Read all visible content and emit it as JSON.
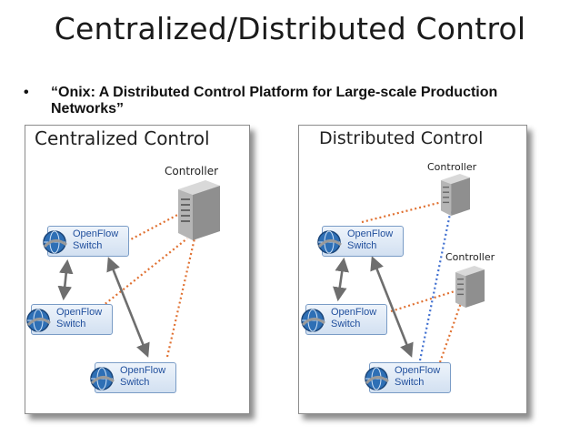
{
  "slide": {
    "title": "Centralized/Distributed Control",
    "bullet": "“Onix: A Distributed Control Platform for Large-scale Production Networks”"
  },
  "centralized": {
    "title": "Centralized Control",
    "controller_label": "Controller",
    "switches": [
      {
        "line1": "OpenFlow",
        "line2": "Switch"
      },
      {
        "line1": "OpenFlow",
        "line2": "Switch"
      },
      {
        "line1": "OpenFlow",
        "line2": "Switch"
      }
    ]
  },
  "distributed": {
    "title": "Distributed Control",
    "controllers": [
      {
        "label": "Controller"
      },
      {
        "label": "Controller"
      }
    ],
    "switches": [
      {
        "line1": "OpenFlow",
        "line2": "Switch"
      },
      {
        "line1": "OpenFlow",
        "line2": "Switch"
      },
      {
        "line1": "OpenFlow",
        "line2": "Switch"
      }
    ]
  },
  "colors": {
    "control_link": "#e07030",
    "controller_link": "#3f6fd0",
    "data_link": "#6e6e6e"
  }
}
